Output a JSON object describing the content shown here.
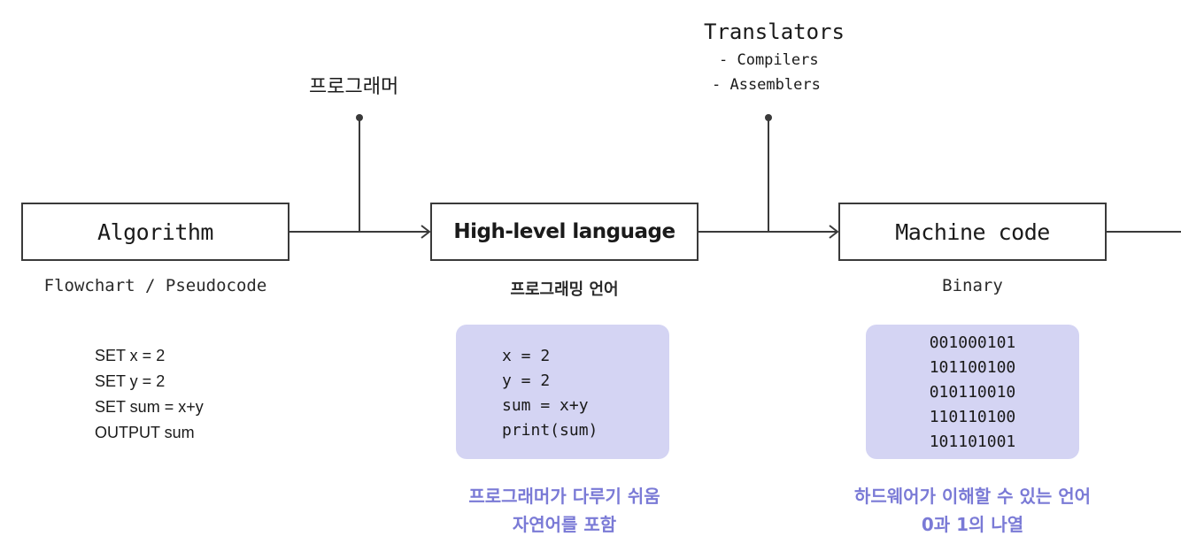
{
  "colors": {
    "line": "#3a3a3a",
    "card": "#d4d4f3",
    "accent": "#7a7ad6"
  },
  "programmer_label": "프로그래머",
  "translators": {
    "title": "Translators",
    "items": [
      "- Compilers",
      "- Assemblers"
    ]
  },
  "nodes": [
    {
      "label": "Algorithm",
      "sub": "Flowchart / Pseudocode"
    },
    {
      "label": "High-level language",
      "sub": "프로그래밍 언어"
    },
    {
      "label": "Machine code",
      "sub": "Binary"
    }
  ],
  "pseudocode": [
    "SET x = 2",
    "SET y = 2",
    "SET sum = x+y",
    "OUTPUT sum"
  ],
  "high_level_code": [
    "x = 2",
    "y = 2",
    "sum = x+y",
    "print(sum)"
  ],
  "binary_code": [
    "001000101",
    "101100100",
    "010110010",
    "110110100",
    "101101001"
  ],
  "notes": {
    "high_level": [
      "프로그래머가 다루기 쉬움",
      "자연어를 포함"
    ],
    "machine": [
      "하드웨어가 이해할 수 있는 언어",
      "0과 1의 나열"
    ]
  }
}
